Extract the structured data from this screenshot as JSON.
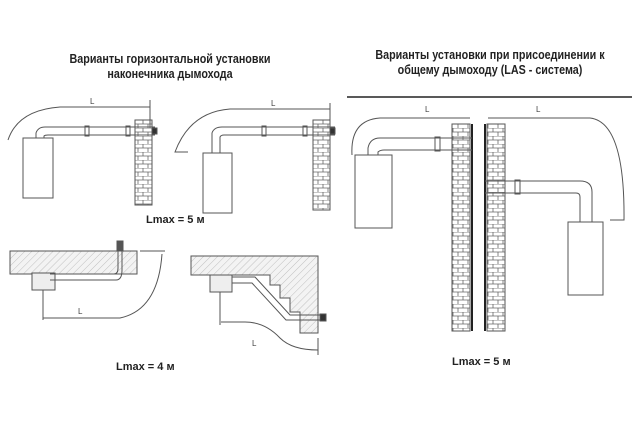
{
  "left_section": {
    "title_line1": "Варианты горизонтальной установки",
    "title_line2": "наконечника дымохода",
    "top_lmax": "Lmax = 5 м",
    "bottom_lmax": "Lmax = 4 м"
  },
  "right_section": {
    "title_line1": "Варианты установки при присоединении к",
    "title_line2": "общему дымоходу (LAS - система)",
    "lmax": "Lmax = 5 м"
  },
  "dimension_label": "L"
}
